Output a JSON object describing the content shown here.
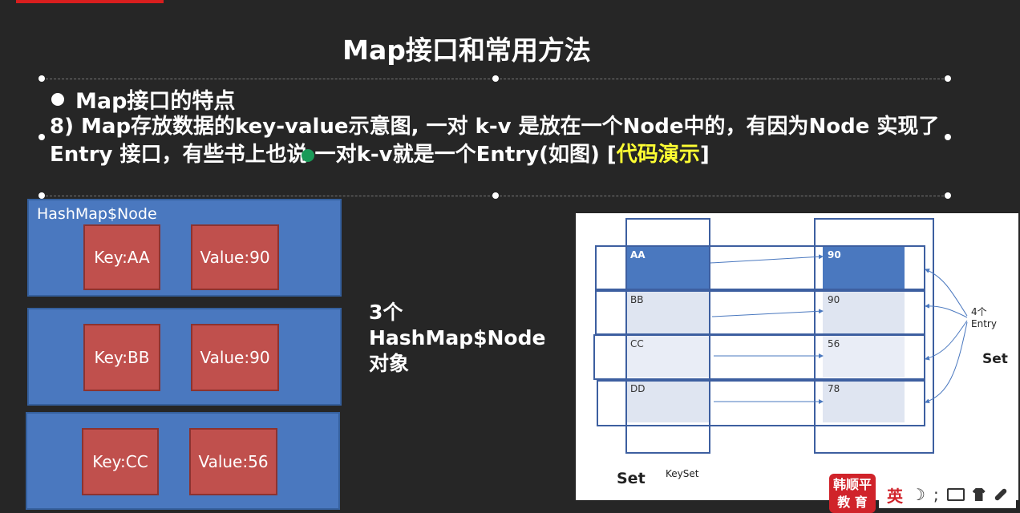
{
  "slide": {
    "title": "Map接口和常用方法",
    "bullet_heading": "Map接口的特点",
    "para_main": "8) Map存放数据的key-value示意图, 一对 k-v 是放在一个Node中的，有因为Node 实现了  Entry 接口，有些书上也说 一对k-v就是一个Entry(如图) ",
    "para_highlight_open": "[",
    "para_highlight": "代码演示",
    "para_highlight_close": "]"
  },
  "nodes": {
    "class_label": "HashMap$Node",
    "items": [
      {
        "key": "Key:AA",
        "value": "Value:90"
      },
      {
        "key": "Key:BB",
        "value": "Value:90"
      },
      {
        "key": "Key:CC",
        "value": "Value:56"
      }
    ]
  },
  "count_text": {
    "line1": "3个",
    "line2": "HashMap$Node",
    "line3": "对象"
  },
  "diagram": {
    "keys": [
      "AA",
      "BB",
      "CC",
      "DD"
    ],
    "values": [
      "90",
      "90",
      "56",
      "78"
    ],
    "entry_count": "4个",
    "entry_word": "Entry",
    "set_right": "Set",
    "set_bottom": "Set",
    "keyset": "KeySet",
    "colors": {
      "highlight": "#4a78bf",
      "cell": "#dfe5f1",
      "border": "#3d5fa0"
    }
  },
  "logo": {
    "line1": "韩顺平",
    "line2": "教 育"
  },
  "ime": {
    "lang": "英",
    "moon": "☽",
    "punct": ";"
  }
}
